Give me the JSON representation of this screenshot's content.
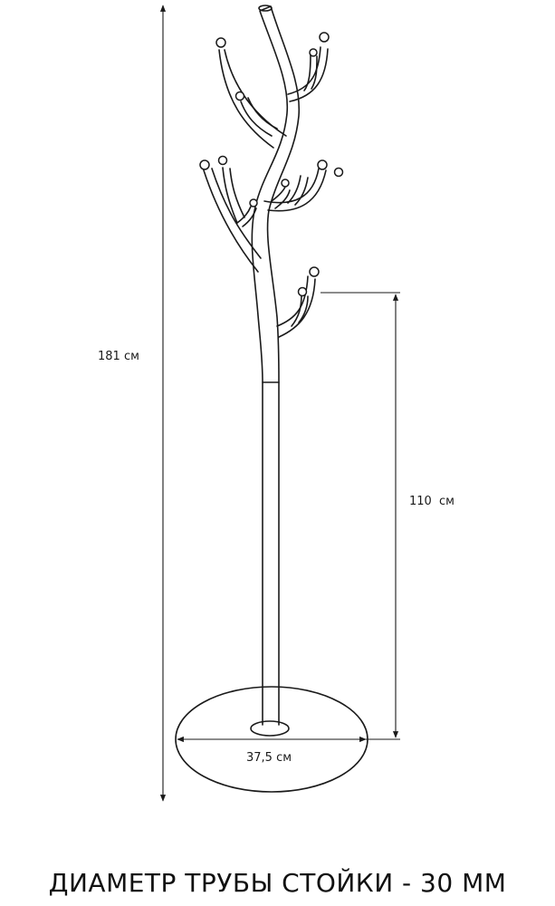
{
  "dimensions": {
    "total_height": "181 см",
    "hook_height": "110 см",
    "base_diameter": "37,5 см"
  },
  "caption": "ДИАМЕТР ТРУБЫ СТОЙКИ - 30 ММ",
  "colors": {
    "line": "#1a1a1a",
    "background": "#ffffff"
  }
}
